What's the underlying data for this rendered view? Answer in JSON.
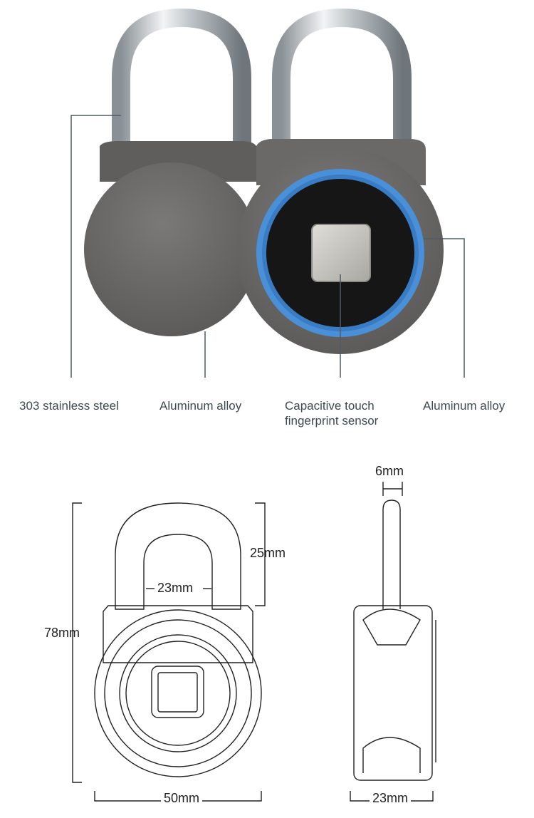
{
  "callouts": {
    "steel": "303 stainless steel",
    "alloy_left": "Aluminum alloy",
    "sensor_line1": "Capacitive touch",
    "sensor_line2": "fingerprint sensor",
    "alloy_right": "Aluminum alloy"
  },
  "dimensions": {
    "shackle_thickness": "6mm",
    "shackle_height": "25mm",
    "shackle_inner_width": "23mm",
    "total_height": "78mm",
    "body_width": "50mm",
    "body_depth": "23mm"
  },
  "colors": {
    "body": "#6e6d6c",
    "sensor_ring": "#4a90d9",
    "sensor_face": "#161616",
    "sensor_pad": "#c9c7c2",
    "leader": "#4e5c63"
  }
}
